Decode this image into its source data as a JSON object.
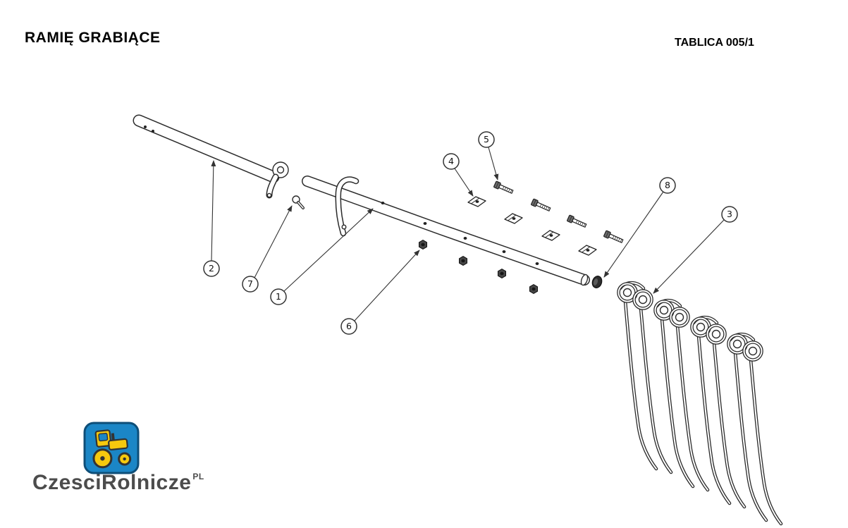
{
  "header": {
    "title": "RAMIĘ GRABIĄCE",
    "table_ref": "TABLICA 005/1"
  },
  "callout_labels": [
    "1",
    "2",
    "3",
    "4",
    "5",
    "6",
    "7",
    "8"
  ],
  "logo": {
    "brand": "CzesciRolnicze",
    "superscript": "PL"
  },
  "icons": {
    "logo_icon": "tractor-icon"
  },
  "colors": {
    "line": "#2b2b2b",
    "logo_blue": "#1b86c6",
    "logo_border": "#0e4e78",
    "logo_yellow": "#f6c90e",
    "brand_text": "#4c4c4c"
  }
}
